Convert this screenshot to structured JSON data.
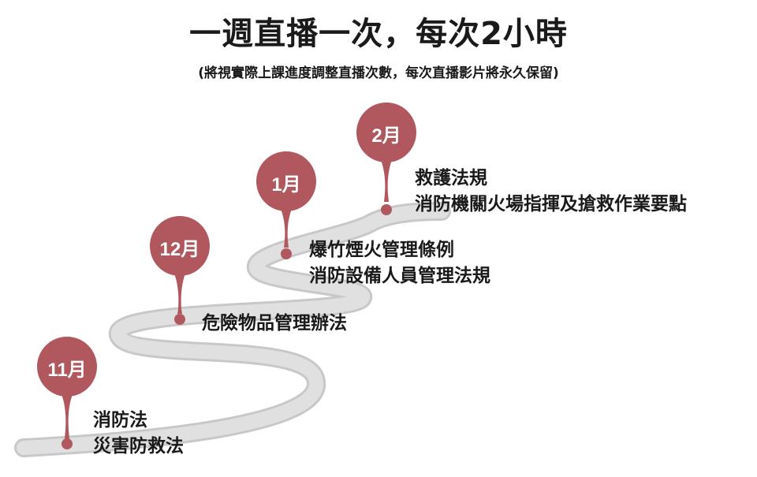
{
  "header": {
    "title": "一週直播一次，每次2小時",
    "subtitle": "(將視實際上課進度調整直播次數，每次直播影片將永久保留)"
  },
  "colors": {
    "marker": "#B0585E",
    "road": "#E0E0E0",
    "road_edge": "#C8C8C8"
  },
  "milestones": [
    {
      "month": "11月",
      "topics": [
        "消防法",
        "災害防救法"
      ]
    },
    {
      "month": "12月",
      "topics": [
        "危險物品管理辦法"
      ]
    },
    {
      "month": "1月",
      "topics": [
        "爆竹煙火管理條例",
        "消防設備人員管理法規"
      ]
    },
    {
      "month": "2月",
      "topics": [
        "救護法規",
        "消防機關火場指揮及搶救作業要點"
      ]
    }
  ]
}
